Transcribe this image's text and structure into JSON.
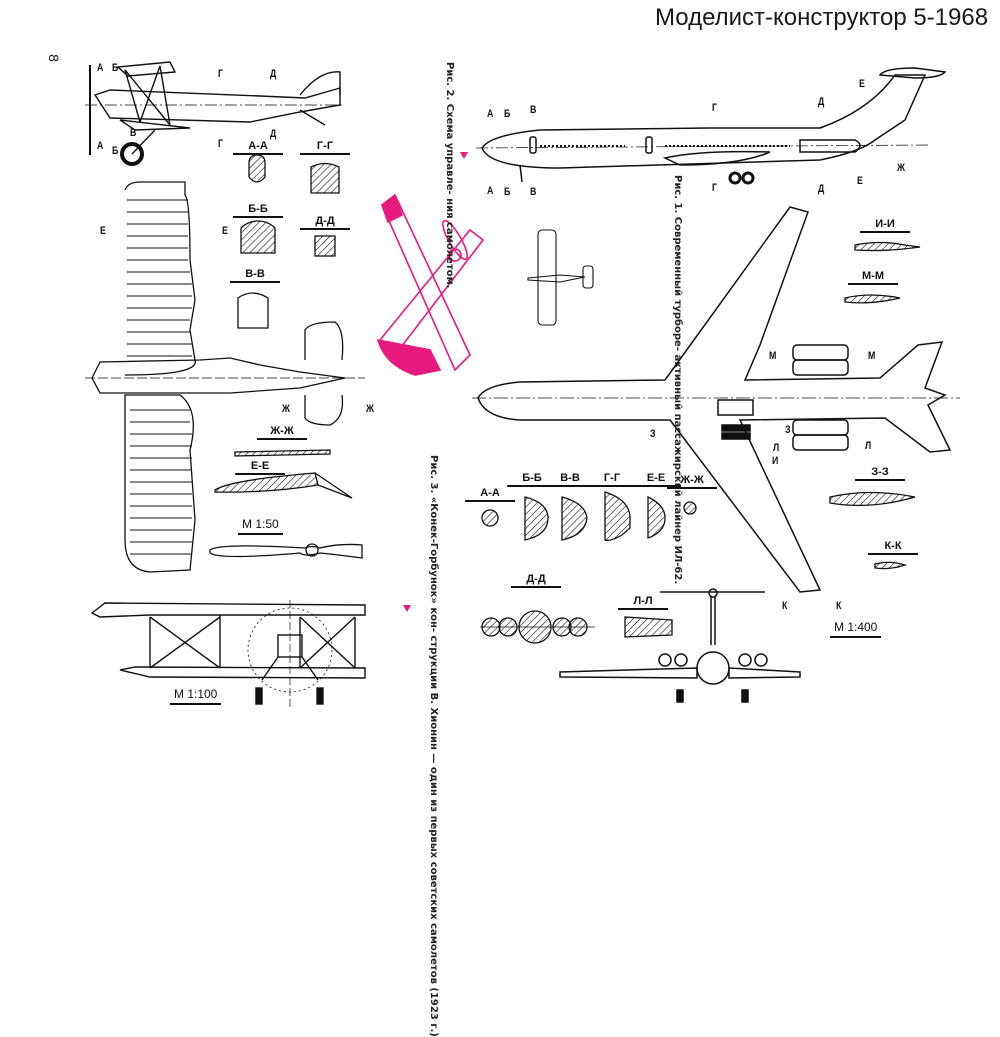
{
  "header": {
    "magazine_title": "Моделист-конструктор 5-1968",
    "page_number": "8"
  },
  "colors": {
    "ink": "#111111",
    "accent_magenta": "#e8197f",
    "paper": "#ffffff"
  },
  "figures": {
    "fig1": {
      "caption_prefix": "Рис. 1.",
      "caption_text": "Современный турборе-активный пассажирский лайнер ИЛ-62.",
      "caption_lines": [
        "Рис. 1. Современный турборе-",
        "активный пассажирский лайнер",
        "ИЛ-62."
      ],
      "side_view_labels": [
        "А",
        "Б",
        "В",
        "Г",
        "Д",
        "Е",
        "Ж"
      ],
      "plan_view_labels": [
        "И",
        "М",
        "З",
        "Л",
        "К"
      ],
      "sections": [
        "А-А",
        "Б-Б",
        "В-В",
        "Г-Г",
        "Е-Е",
        "Ж-Ж",
        "Д-Д",
        "Л-Л",
        "И-И",
        "М-М",
        "З-З",
        "К-К"
      ],
      "scale": "М 1:400"
    },
    "fig2": {
      "caption_lines": [
        "Рис. 2. Схема управле-",
        "ния самолетом."
      ],
      "caption_text": "Рис. 2. Схема управления самолетом."
    },
    "fig3": {
      "caption_lines": [
        "Рис. 3. «Конек-Горбунок» кон-",
        "струкции В. Хионин — один из",
        "первых советских самолетов",
        "(1923 г.)"
      ],
      "caption_text": "Рис. 3. «Конек-Горбунок» конструкции В. Хионин — один из первых советских самолетов (1923 г.)",
      "side_view_labels": [
        "А",
        "Б",
        "В",
        "Г",
        "Д"
      ],
      "plan_view_labels": [
        "Е",
        "Ж"
      ],
      "sections": [
        "А-А",
        "Г-Г",
        "Б-Б",
        "Д-Д",
        "В-В",
        "Ж-Ж",
        "Е-Е"
      ],
      "scale_plan": "М 1:50",
      "scale_front": "М 1:100"
    }
  },
  "labels": {
    "A": "А",
    "B": "Б",
    "V": "В",
    "G": "Г",
    "D": "Д",
    "E": "Е",
    "Zh": "Ж",
    "I": "И",
    "M": "М",
    "Z": "З",
    "L": "Л",
    "K": "К"
  }
}
